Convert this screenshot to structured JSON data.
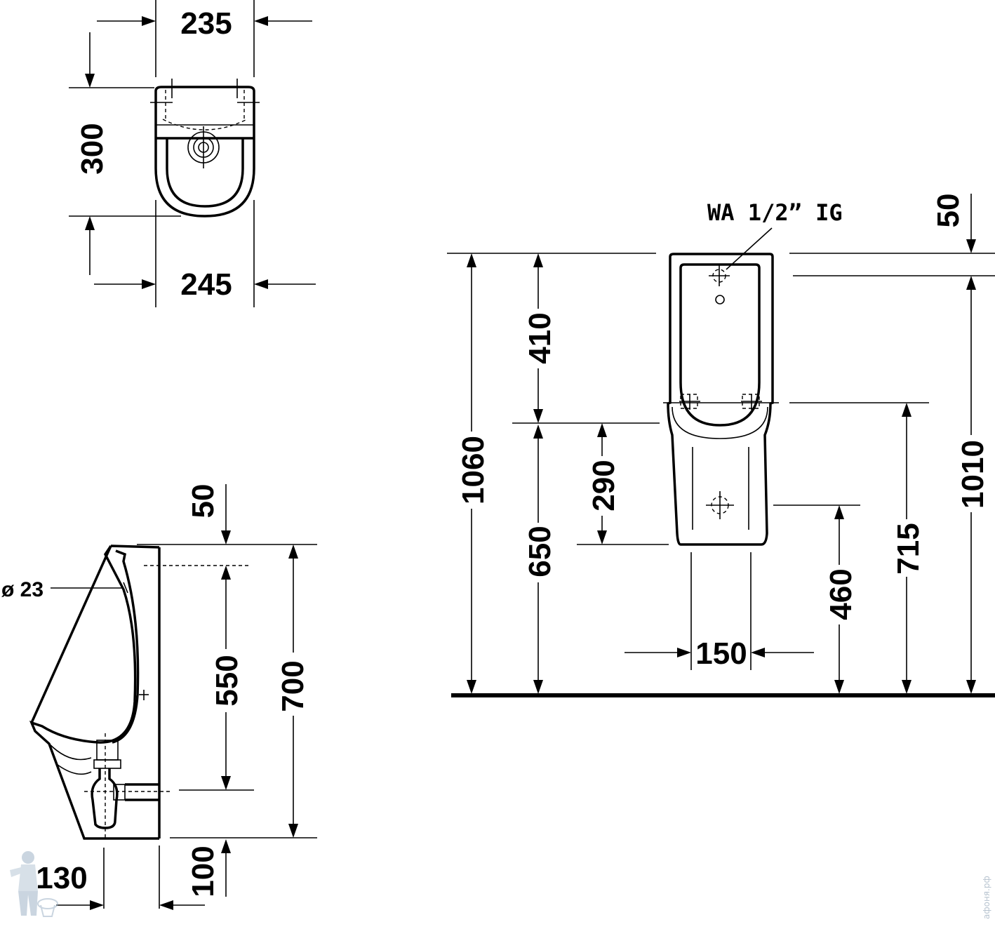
{
  "dimensions": {
    "top_width_upper": "235",
    "top_depth": "300",
    "top_width_lower": "245",
    "side_top_offset": "50",
    "side_pipe_diameter": "ø 23",
    "side_inner_height": "550",
    "side_total_height": "700",
    "side_depth": "130",
    "side_bottom_offset": "100",
    "front_supply_label": "WA  1/2” IG",
    "front_top_offset": "50",
    "front_upper_height": "410",
    "front_total_height": "1060",
    "front_mid_height": "290",
    "front_lower_height": "650",
    "front_outlet_width": "150",
    "front_outlet_height": "460",
    "front_mount_height": "715",
    "front_right_height": "1010"
  },
  "watermark": {
    "text": "афоня.рф"
  }
}
